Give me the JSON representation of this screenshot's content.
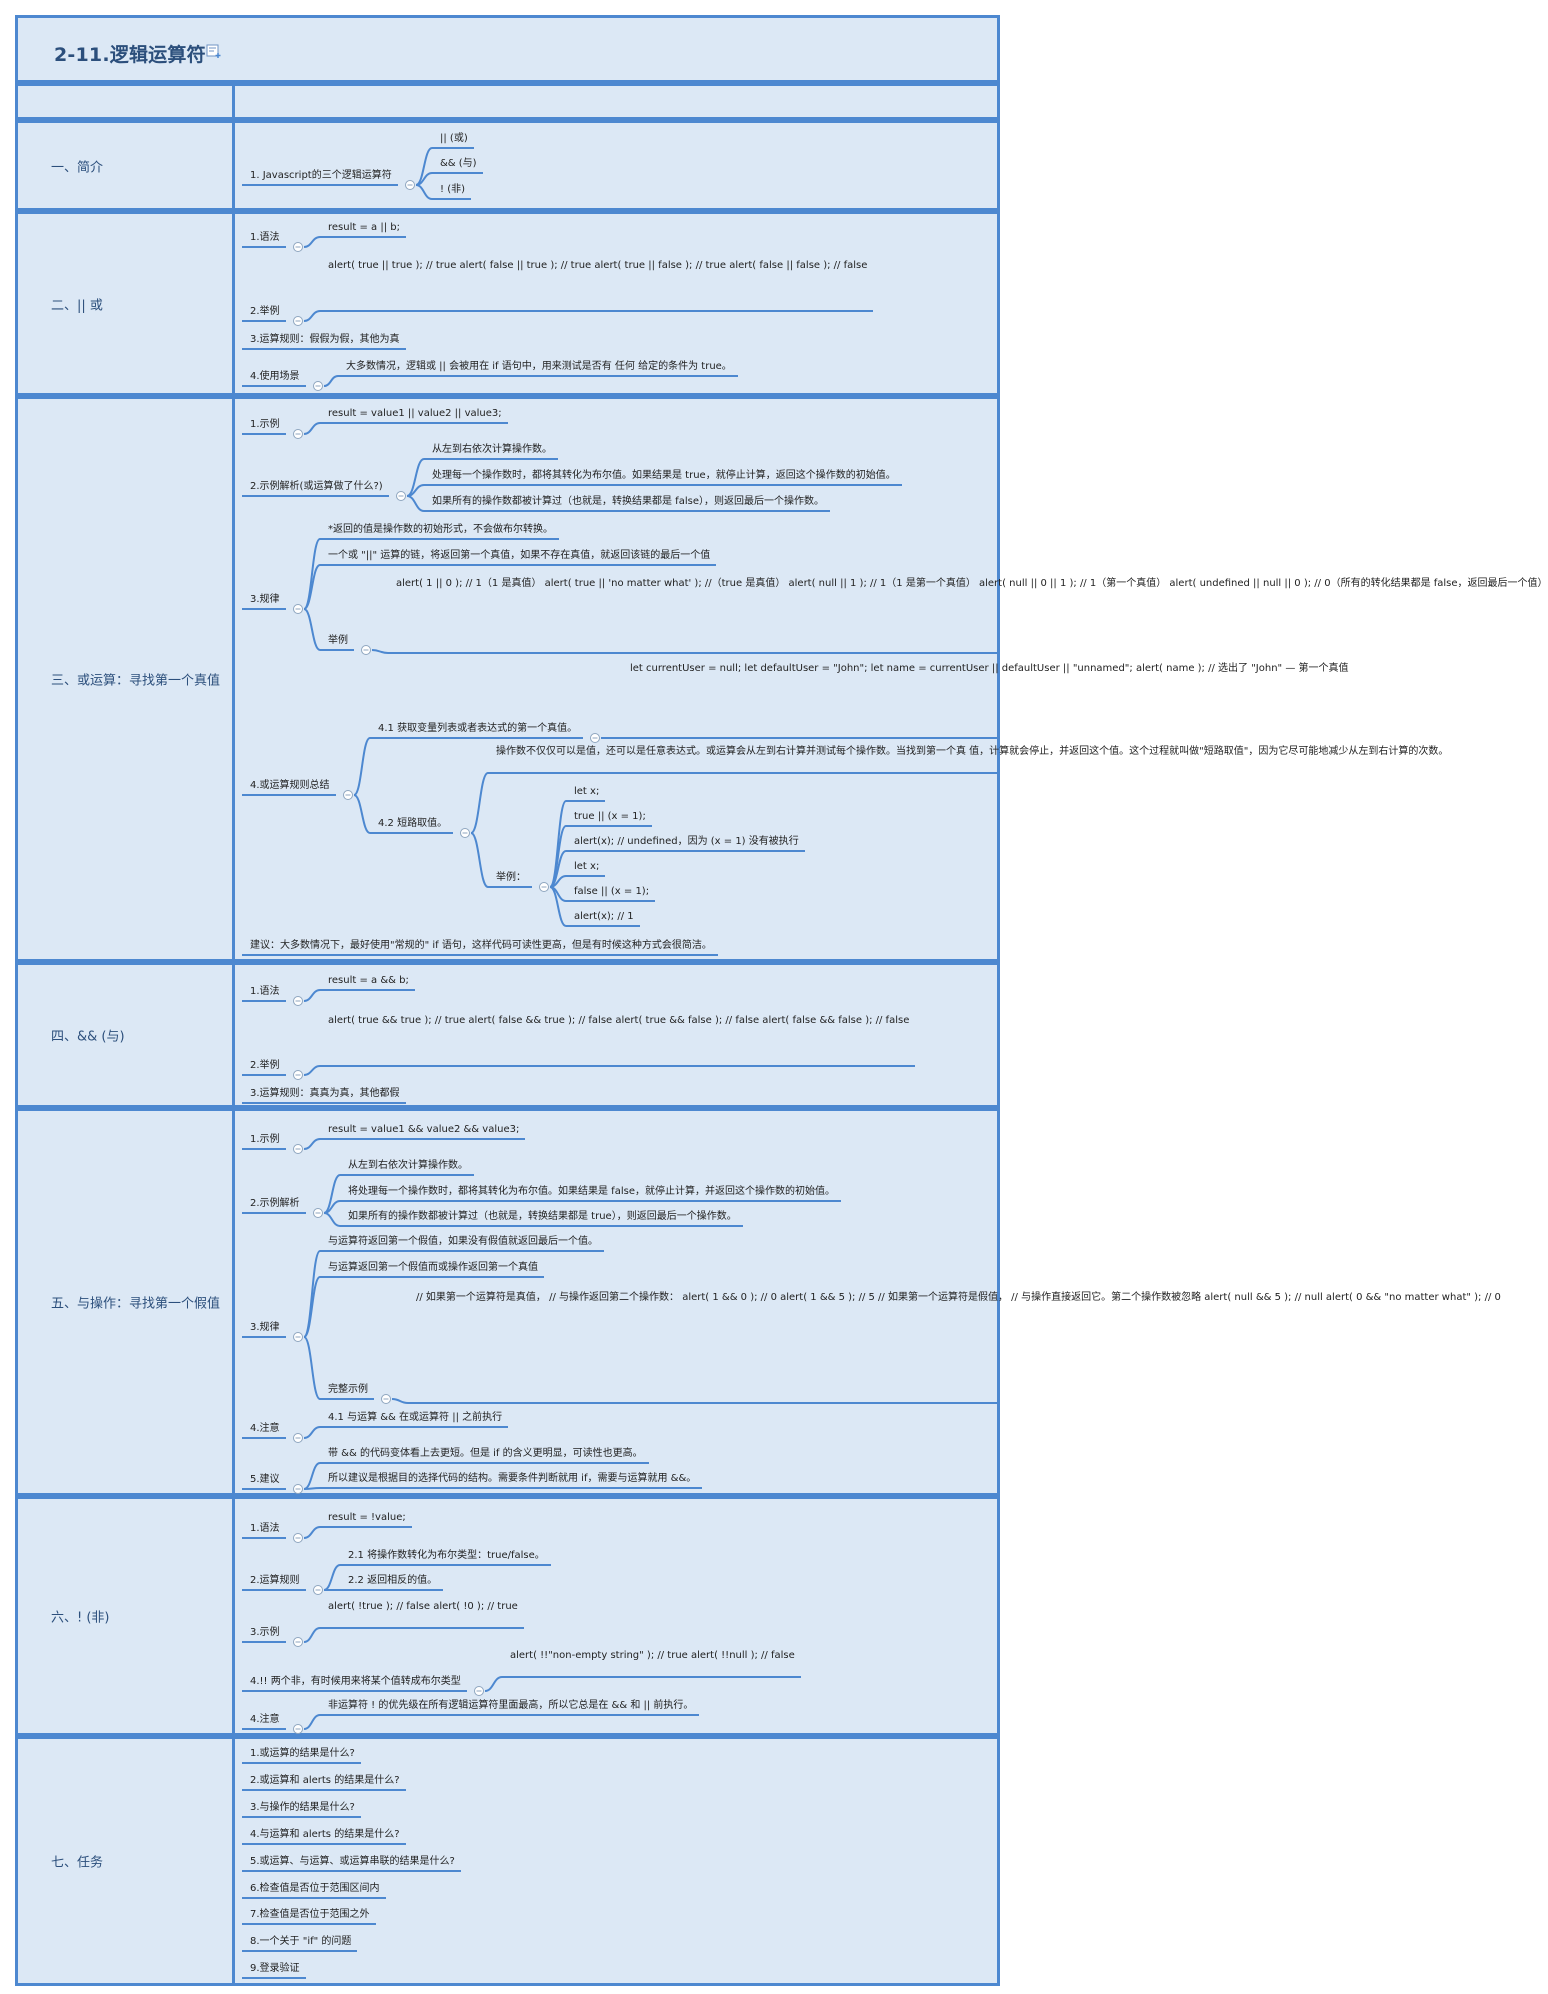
{
  "page": {
    "title": "2-11.逻辑运算符"
  },
  "sections": [
    {
      "title": "一、简介",
      "nodes": [
        {
          "text": "1. Javascript的三个逻辑运算符"
        },
        {
          "text": "|| (或)"
        },
        {
          "text": "&& (与)"
        },
        {
          "text": "! (非)"
        }
      ]
    },
    {
      "title": "二、|| 或",
      "nodes": [
        {
          "text": "1.语法"
        },
        {
          "text": "result = a || b;"
        },
        {
          "text": "2.举例"
        },
        {
          "text": "alert( true || true );   // true\nalert( false || true );  // true\nalert( true || false );  // true\nalert( false || false ); // false"
        },
        {
          "text": "3.运算规则：假假为假，其他为真"
        },
        {
          "text": "4.使用场景"
        },
        {
          "text": "大多数情况，逻辑或 || 会被用在 if 语句中，用来测试是否有 任何 给定的条件为 true。"
        }
      ]
    },
    {
      "title": "三、或运算：寻找第一个真值",
      "nodes": [
        {
          "text": "1.示例"
        },
        {
          "text": "result = value1 || value2 || value3;"
        },
        {
          "text": "2.示例解析(或运算做了什么?)"
        },
        {
          "text": "从左到右依次计算操作数。"
        },
        {
          "text": "处理每一个操作数时，都将其转化为布尔值。如果结果是 true，就停止计算，返回这个操作数的初始值。"
        },
        {
          "text": "如果所有的操作数都被计算过（也就是，转换结果都是 false），则返回最后一个操作数。"
        },
        {
          "text": "3.规律"
        },
        {
          "text": "*返回的值是操作数的初始形式，不会做布尔转换。"
        },
        {
          "text": "一个或 \"||\" 运算的链，将返回第一个真值，如果不存在真值，就返回该链的最后一个值"
        },
        {
          "text": "举例"
        },
        {
          "text": "alert( 1 || 0 ); // 1（1 是真值）\nalert( true || 'no matter what' ); //（true 是真值）\n\nalert( null || 1 ); // 1（1 是第一个真值）\nalert( null || 0 || 1 ); // 1（第一个真值）\nalert( undefined || null || 0 ); // 0（所有的转化结果都是 false，返回最后一个值）"
        },
        {
          "text": "4.或运算规则总结"
        },
        {
          "text": "4.1 获取变量列表或者表达式的第一个真值。"
        },
        {
          "text": "let currentUser = null;\nlet defaultUser = \"John\";\n\nlet name = currentUser || defaultUser || \"unnamed\";\n\nalert( name ); // 选出了 \"John\" — 第一个真值"
        },
        {
          "text": "4.2 短路取值。"
        },
        {
          "text": "操作数不仅仅可以是值，还可以是任意表达式。或运算会从左到右计算并测试每个操作数。当找到第一个真\n值，计算就会停止，并返回这个值。这个过程就叫做\"短路取值\"，因为它尽可能地减少从左到右计算的次数。"
        },
        {
          "text": "举例："
        },
        {
          "text": "let x;"
        },
        {
          "text": "true || (x = 1);"
        },
        {
          "text": "alert(x); // undefined，因为 (x = 1) 没有被执行"
        },
        {
          "text": "let x;"
        },
        {
          "text": "false || (x = 1);"
        },
        {
          "text": "alert(x); // 1"
        },
        {
          "text": "建议：大多数情况下，最好使用\"常规的\" if 语句，这样代码可读性更高，但是有时候这种方式会很简洁。"
        }
      ]
    },
    {
      "title": "四、&& (与)",
      "nodes": [
        {
          "text": "1.语法"
        },
        {
          "text": "result = a && b;"
        },
        {
          "text": "2.举例"
        },
        {
          "text": "alert( true && true );   // true\nalert( false && true );  // false\nalert( true && false );  // false\nalert( false && false ); // false"
        },
        {
          "text": "3.运算规则：真真为真，其他都假"
        }
      ]
    },
    {
      "title": "五、与操作：寻找第一个假值",
      "nodes": [
        {
          "text": "1.示例"
        },
        {
          "text": "result = value1 && value2 && value3;"
        },
        {
          "text": "2.示例解析"
        },
        {
          "text": "从左到右依次计算操作数。"
        },
        {
          "text": "将处理每一个操作数时，都将其转化为布尔值。如果结果是 false，就停止计算，并返回这个操作数的初始值。"
        },
        {
          "text": "如果所有的操作数都被计算过（也就是，转换结果都是 true），则返回最后一个操作数。"
        },
        {
          "text": "3.规律"
        },
        {
          "text": "与运算符返回第一个假值，如果没有假值就返回最后一个值。"
        },
        {
          "text": "与运算返回第一个假值而或操作返回第一个真值"
        },
        {
          "text": "完整示例"
        },
        {
          "text": "// 如果第一个运算符是真值，\n// 与操作返回第二个操作数：\nalert( 1 && 0 ); // 0\nalert( 1 && 5 ); // 5\n\n// 如果第一个运算符是假值，\n// 与操作直接返回它。第二个操作数被忽略\nalert( null && 5 ); // null\nalert( 0 && \"no matter what\" ); // 0"
        },
        {
          "text": "4.注意"
        },
        {
          "text": "4.1 与运算 && 在或运算符 || 之前执行"
        },
        {
          "text": "5.建议"
        },
        {
          "text": "带 && 的代码变体看上去更短。但是 if 的含义更明显，可读性也更高。"
        },
        {
          "text": "所以建议是根据目的选择代码的结构。需要条件判断就用 if，需要与运算就用 &&。"
        }
      ]
    },
    {
      "title": "六、! (非)",
      "nodes": [
        {
          "text": "1.语法"
        },
        {
          "text": "result = !value;"
        },
        {
          "text": "2.运算规则"
        },
        {
          "text": "2.1 将操作数转化为布尔类型：true/false。"
        },
        {
          "text": "2.2 返回相反的值。"
        },
        {
          "text": "3.示例"
        },
        {
          "text": "alert( !true ); // false\nalert( !0 ); // true"
        },
        {
          "text": "4.!! 两个非，有时候用来将某个值转成布尔类型"
        },
        {
          "text": "alert( !!\"non-empty string\" ); // true\nalert( !!null ); // false"
        },
        {
          "text": "4.注意"
        },
        {
          "text": "非运算符 ! 的优先级在所有逻辑运算符里面最高，所以它总是在 && 和 || 前执行。"
        }
      ]
    },
    {
      "title": "七、任务",
      "nodes": [
        {
          "text": "1.或运算的结果是什么?"
        },
        {
          "text": "2.或运算和 alerts 的结果是什么?"
        },
        {
          "text": "3.与操作的结果是什么?"
        },
        {
          "text": "4.与运算和 alerts 的结果是什么?"
        },
        {
          "text": "5.或运算、与运算、或运算串联的结果是什么?"
        },
        {
          "text": "6.检查值是否位于范围区间内"
        },
        {
          "text": "7.检查值是否位于范围之外"
        },
        {
          "text": "8.一个关于 \"if\" 的问题"
        },
        {
          "text": "9.登录验证"
        }
      ]
    }
  ]
}
